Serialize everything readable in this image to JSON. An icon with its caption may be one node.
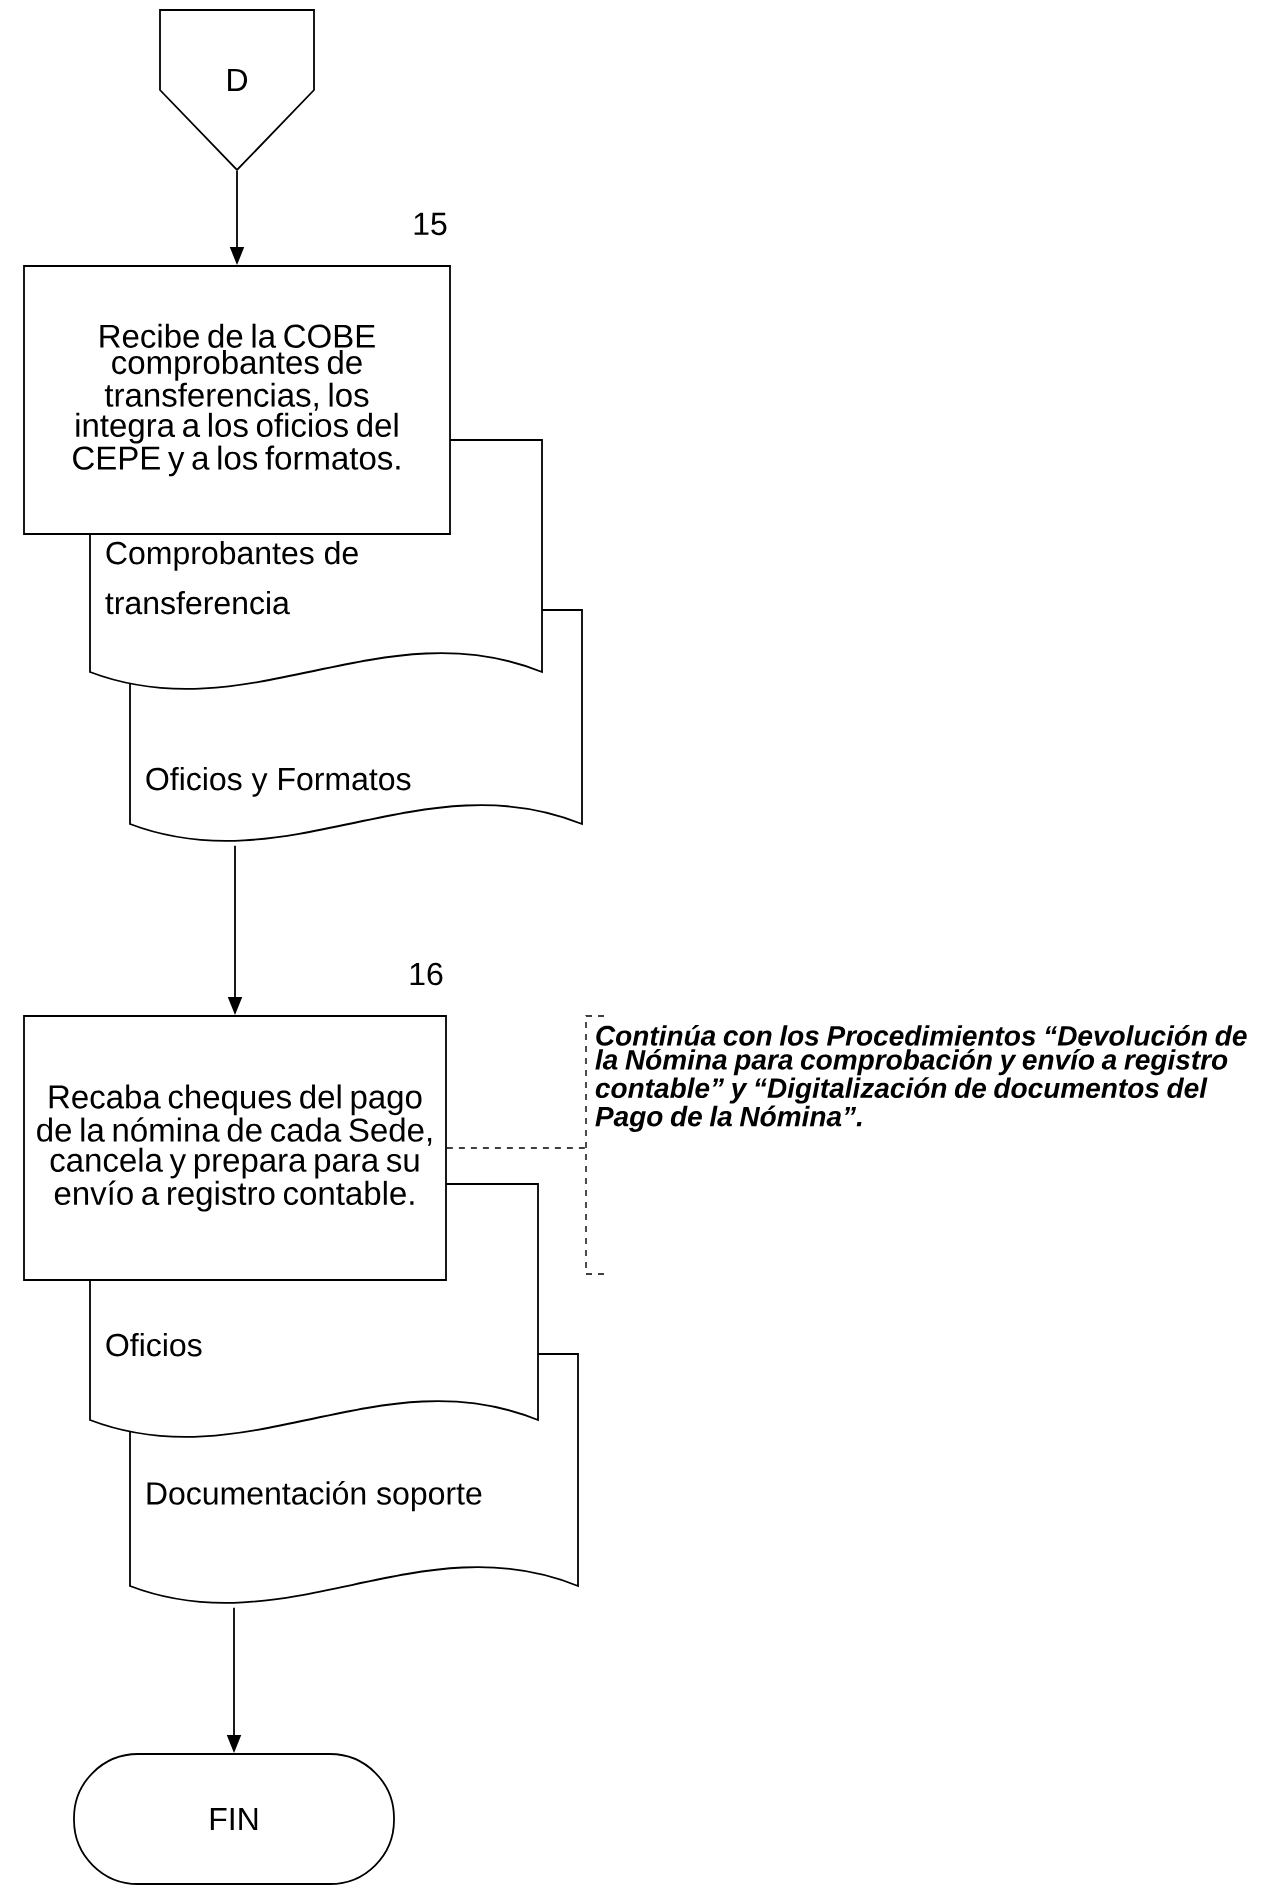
{
  "diagram": {
    "nodes": [
      {
        "text": [
          "D"
        ]
      },
      {
        "text": [
          "Recibe de la COBE comprobantes de transferencias,  los integra a los oficios del CEPE y a los formatos."
        ],
        "beside": [
          "15"
        ]
      },
      {
        "text": [
          "Comprobantes de transferencia"
        ]
      },
      {
        "text": [
          "Oficios y Formatos"
        ]
      },
      {
        "text": [
          "Recaba cheques del pago de la nómina de cada Sede, cancela y prepara  para su envío a registro contable."
        ],
        "beside": [
          "16"
        ]
      },
      {
        "text": [
          "Oficios"
        ]
      },
      {
        "text": [
          "Documentación soporte"
        ]
      },
      {
        "text": [
          "FIN"
        ]
      },
      {
        "text": [
          "Continúa con los Procedimientos “Devolución de la Nómina para comprobación y envío a registro contable” y “Digitalización de documentos del Pago de la Nómina”."
        ]
      }
    ],
    "edges": [
      {
        "from": 0,
        "to": 1,
        "arrow": "to"
      },
      {
        "from": 3,
        "to": 4,
        "arrow": "to"
      },
      {
        "from": 6,
        "to": 7,
        "arrow": "to"
      },
      {
        "from": 4,
        "to": 8,
        "arrow": "none",
        "style": "dashed"
      }
    ]
  }
}
